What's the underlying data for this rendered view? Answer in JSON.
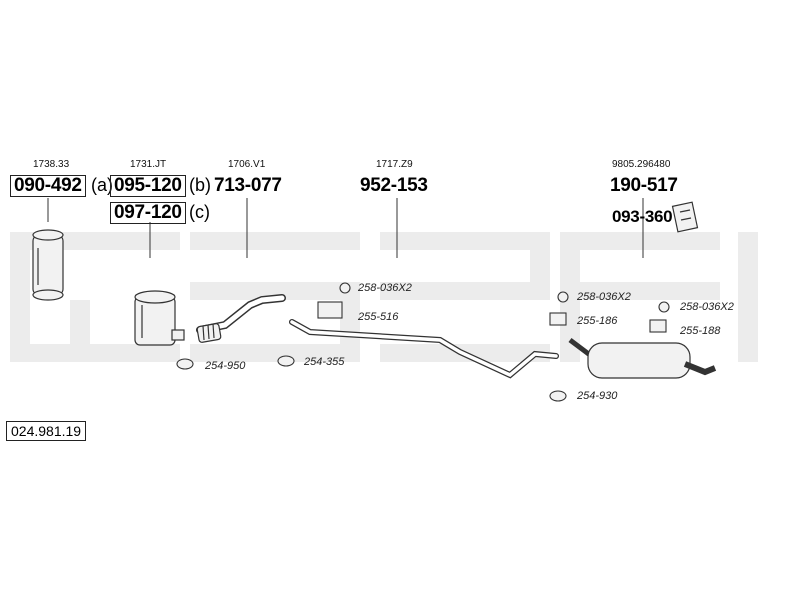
{
  "diagram_number": "024.981.19",
  "refs": {
    "r1738": "1738.33",
    "r1731": "1731.JT",
    "r1706": "1706.V1",
    "r1717": "1717.Z9",
    "r9805": "9805.296480"
  },
  "parts": {
    "p090492": "090-492",
    "p095120": "095-120",
    "p097120": "097-120",
    "p713077": "713-077",
    "p952153": "952-153",
    "p190517": "190-517",
    "p093360": "093-360"
  },
  "suffixes": {
    "a": "(a)",
    "b": "(b)",
    "c": "(c)"
  },
  "small_parts": {
    "s258036x2_mid": "258-036X2",
    "s255516": "255-516",
    "s254950": "254-950",
    "s254355": "254-355",
    "s258036x2_r1": "258-036X2",
    "s258036x2_r2": "258-036X2",
    "s255186": "255-186",
    "s255188": "255-188",
    "s254930": "254-930"
  },
  "colors": {
    "line": "#333333",
    "watermark": "#ececec",
    "part_fill": "#f2f2f2"
  }
}
